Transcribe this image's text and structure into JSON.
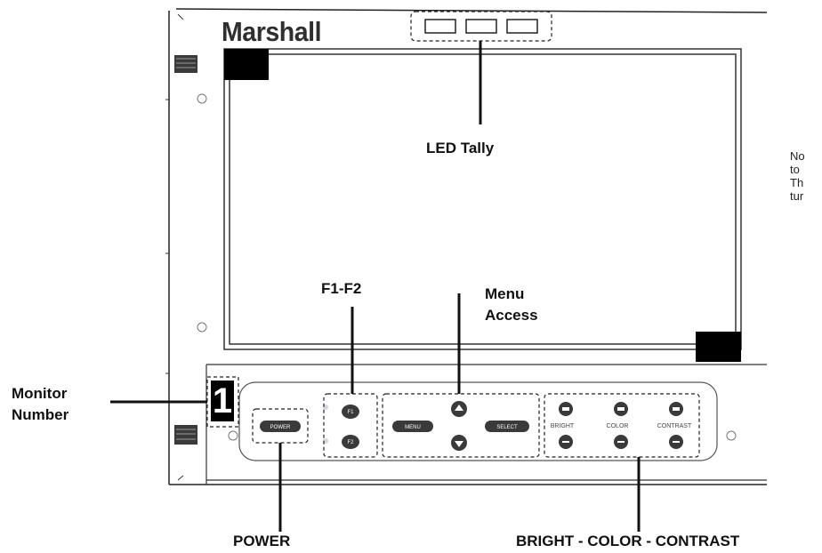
{
  "brand": "Marshall",
  "callouts": {
    "led_tally": "LED Tally",
    "f1_f2": "F1-F2",
    "menu_access_line1": "Menu",
    "menu_access_line2": "Access",
    "monitor_number_line1": "Monitor",
    "monitor_number_line2": "Number",
    "power": "POWER",
    "bright_color_contrast": "BRIGHT - COLOR - CONTRAST"
  },
  "monitor_number": "1",
  "buttons": {
    "power": "POWER",
    "f1": "F1",
    "f2": "F2",
    "menu": "MENU",
    "select": "SELECT"
  },
  "adjust_labels": {
    "bright": "BRIGHT",
    "color": "COLOR",
    "contrast": "CONTRAST"
  },
  "side_note": [
    "No",
    "to",
    "Th",
    "tur"
  ]
}
